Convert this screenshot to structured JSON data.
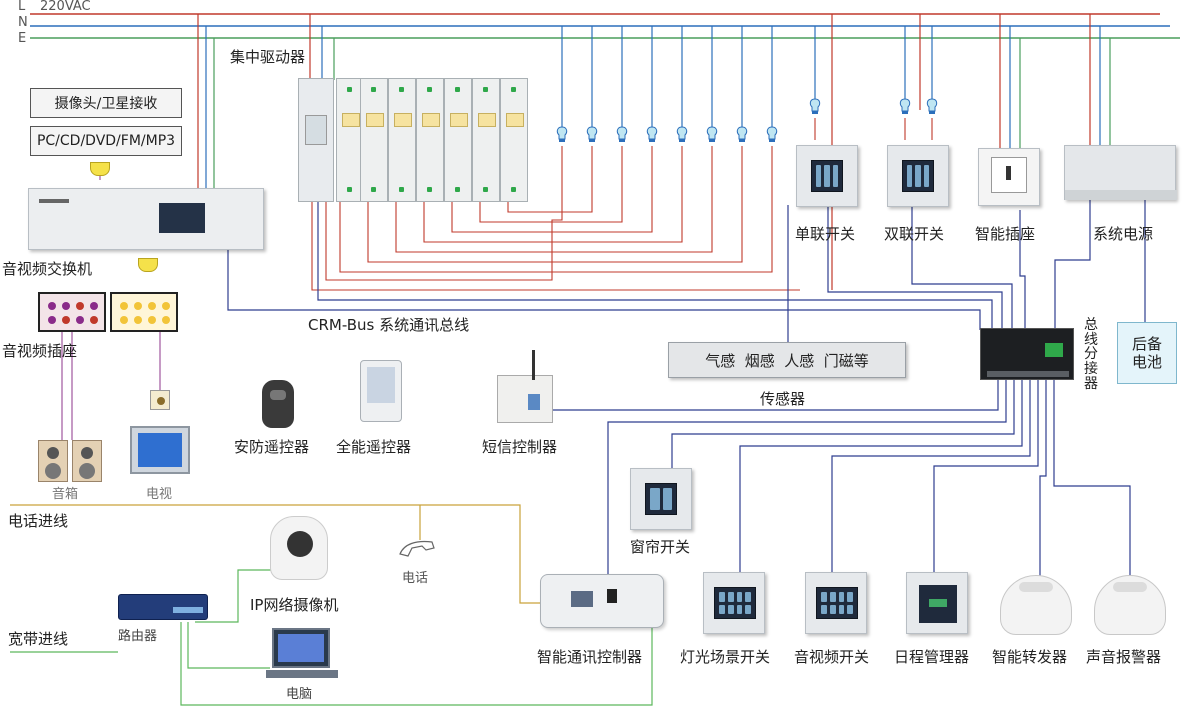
{
  "power": {
    "voltage": "220VAC",
    "l": "L",
    "n": "N",
    "e": "E"
  },
  "labels": {
    "central_driver": "集中驱动器",
    "camera_satellite": "摄像头/卫星接收",
    "media_sources": "PC/CD/DVD/FM/MP3",
    "av_switcher": "音视频交换机",
    "av_socket": "音视频插座",
    "speaker": "音箱",
    "tv": "电视",
    "phone_line": "电话进线",
    "broadband": "宽带进线",
    "router": "路由器",
    "ip_camera": "IP网络摄像机",
    "phone": "电话",
    "computer": "电脑",
    "security_remote": "安防遥控器",
    "universal_remote": "全能遥控器",
    "sms_controller": "短信控制器",
    "crm_bus": "CRM-Bus 系统通讯总线",
    "sensors_list": "气感  烟感  人感  门磁等",
    "sensors": "传感器",
    "single_switch": "单联开关",
    "double_switch": "双联开关",
    "smart_socket": "智能插座",
    "system_power": "系统电源",
    "backup_battery": "后备电池",
    "bus_splitter": "总线分接器",
    "curtain_switch": "窗帘开关",
    "smart_comm_controller": "智能通讯控制器",
    "light_scene_switch": "灯光场景开关",
    "av_switch": "音视频开关",
    "schedule_manager": "日程管理器",
    "smart_repeater": "智能转发器",
    "sound_alarm": "声音报警器"
  },
  "colors": {
    "live": "#c0392b",
    "neutral": "#2c6fbb",
    "earth": "#4a9e5c",
    "bus": "#2f3e8f",
    "phone_line": "#c9a23a",
    "network": "#5cb85c",
    "av": "#a0579e"
  }
}
